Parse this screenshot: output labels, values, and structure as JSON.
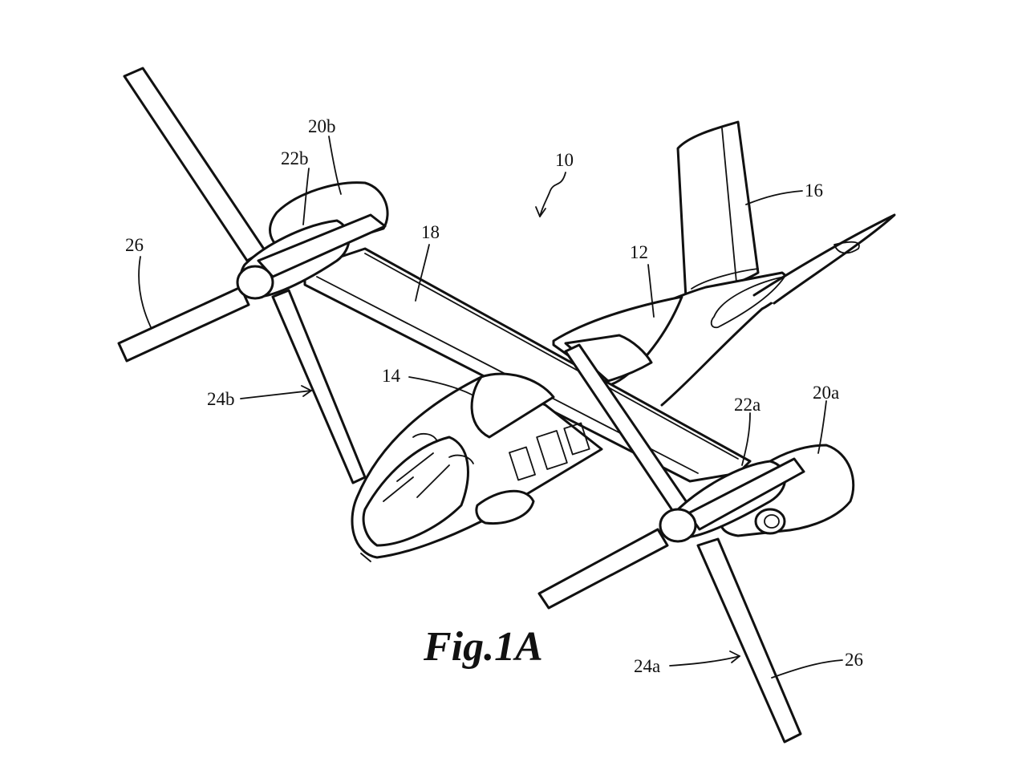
{
  "figure": {
    "caption": "Fig.1A",
    "labels": {
      "aircraft": "10",
      "fuselage": "12",
      "cockpit": "14",
      "tail": "16",
      "wing": "18",
      "nacelle_right": "20a",
      "nacelle_left": "20b",
      "proprotor_right": "22a",
      "proprotor_left": "22b",
      "rotor_right": "24a",
      "rotor_left": "24b",
      "blade_left": "26",
      "blade_right": "26"
    }
  }
}
